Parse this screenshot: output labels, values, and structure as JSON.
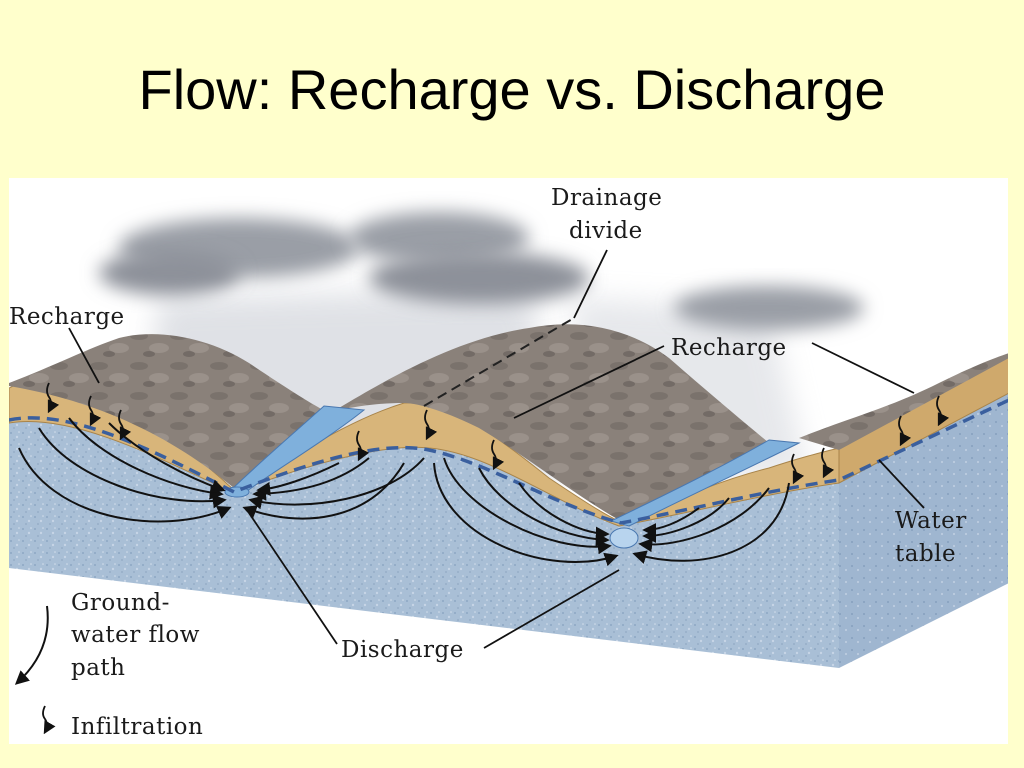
{
  "slide": {
    "title": "Flow: Recharge vs. Discharge"
  },
  "diagram": {
    "labels": {
      "drainage_divide_line1": "Drainage",
      "drainage_divide_line2": "divide",
      "recharge_left": "Recharge",
      "recharge_right": "Recharge",
      "water_table_line1": "Water",
      "water_table_line2": "table",
      "discharge": "Discharge"
    },
    "legend": {
      "flow_line1": "Ground-",
      "flow_line2": "water flow",
      "flow_line3": "path",
      "infiltration": "Infiltration"
    }
  },
  "colors": {
    "background": "#ffffcc",
    "bedrock": "#a9bfd6",
    "soil": "#d8b57a",
    "hill": "#8a817a",
    "water": "#7fb0dc",
    "water_table_line": "#3a5f9e",
    "cloud": "#9a9ea6"
  }
}
